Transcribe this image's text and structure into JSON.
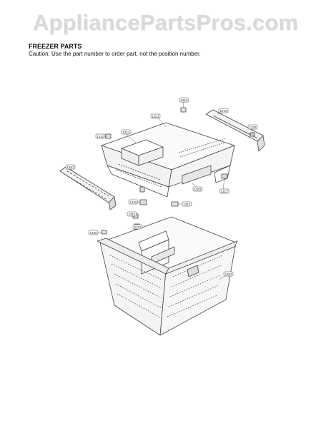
{
  "watermark": "AppliancePartsPros.com",
  "header": {
    "title": "FREEZER PARTS",
    "caution": "Caution: Use the part number to order part, not the position number."
  },
  "callouts": [
    {
      "id": "c1",
      "label": "1310"
    },
    {
      "id": "c2",
      "label": "1303"
    },
    {
      "id": "c3",
      "label": "1410"
    },
    {
      "id": "c4",
      "label": "1310"
    },
    {
      "id": "c5",
      "label": "1314"
    },
    {
      "id": "c6",
      "label": "1378"
    },
    {
      "id": "c7",
      "label": "1457"
    },
    {
      "id": "c8",
      "label": "1302"
    },
    {
      "id": "c9",
      "label": "1313"
    },
    {
      "id": "c10",
      "label": "1315"
    },
    {
      "id": "c11",
      "label": "1317"
    },
    {
      "id": "c12",
      "label": "1312"
    },
    {
      "id": "c13",
      "label": "2172"
    },
    {
      "id": "c14",
      "label": "1320"
    },
    {
      "id": "c15",
      "label": "1301"
    }
  ]
}
